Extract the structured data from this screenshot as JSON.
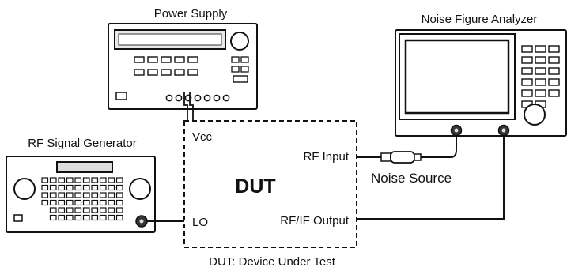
{
  "labels": {
    "power_supply": "Power Supply",
    "noise_figure_analyzer": "Noise Figure Analyzer",
    "rf_signal_generator": "RF Signal Generator",
    "vcc": "Vcc",
    "rf_input": "RF Input",
    "noise_source": "Noise Source",
    "dut": "DUT",
    "lo": "LO",
    "rf_if_output": "RF/IF Output",
    "dut_caption": "DUT: Device Under Test"
  }
}
